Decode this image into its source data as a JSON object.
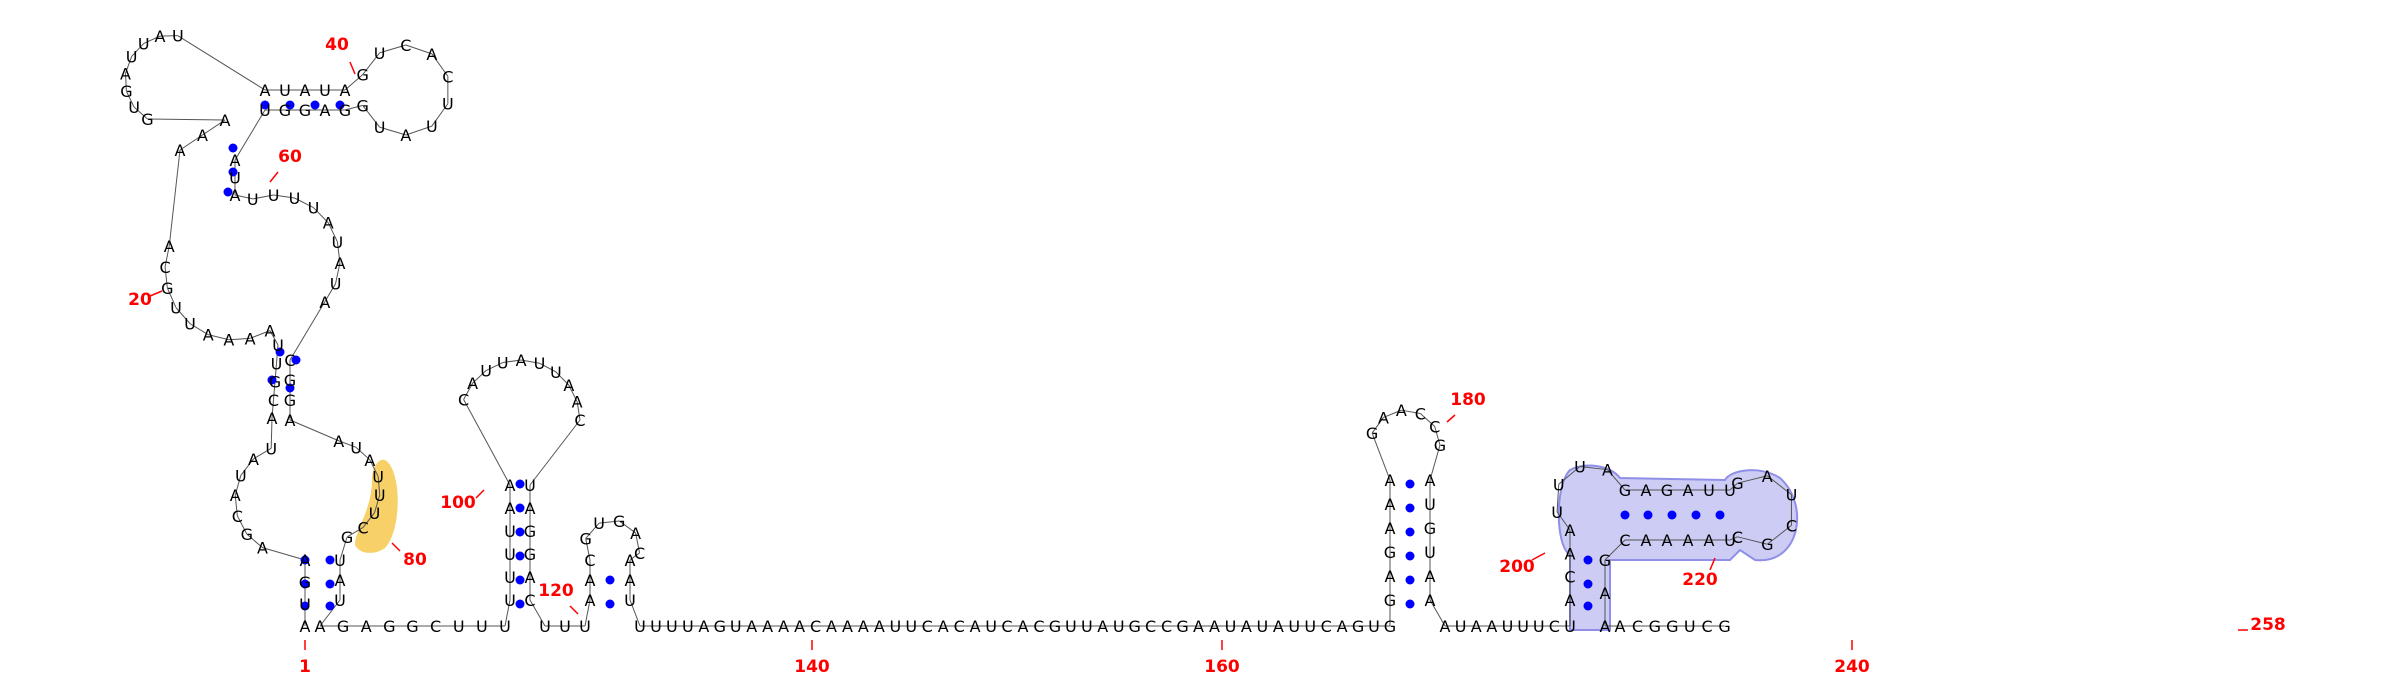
{
  "sequence": "AUGAAGCAUAUACGUUAAAAUUGCAAAAGUGAUUAUAUAUAGUCACUUAUGGAGGUAUAUUUUAUAUACGGAAUAUUUCGUAUAGAGGCUUUUUUUAACAUUAUUAACUAGGACUUUAACGUGACAAUUUUUAGUAAAACAAAAUUCACAUCACGUUAUGCCGAAUAUAUUCAGUGGAGAAAGAACCGAUGUAAAUAAUUUCUACAAUUUAGAGAUUGAUCGCUAAAACGAAACGGUCG",
  "position_labels": [
    "1",
    "20",
    "40",
    "60",
    "80",
    "100",
    "120",
    "140",
    "160",
    "180",
    "200",
    "220",
    "240",
    "258"
  ],
  "colors": {
    "base": "#000000",
    "pair_dot": "#0000ff",
    "number": "#ff0000",
    "highlight_orange": "#f5c542",
    "highlight_blue": "#8f8fe8"
  }
}
